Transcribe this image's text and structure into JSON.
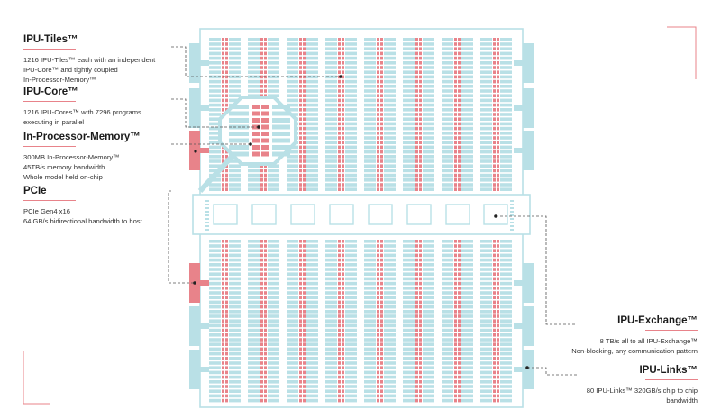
{
  "left_labels": [
    {
      "title": "IPU-Tiles™",
      "lines": [
        "1216 IPU-Tiles™ each with an independent",
        "IPU-Core™ and tightly coupled",
        "In-Processor-Memory™"
      ]
    },
    {
      "title": "IPU-Core™",
      "lines": [
        "1216 IPU-Cores™ with 7296 programs",
        "executing in parallel"
      ]
    },
    {
      "title": "In-Processor-Memory™",
      "lines": [
        "300MB In-Processor-Memory™",
        "45TB/s memory bandwidth",
        "Whole model held on-chip"
      ]
    },
    {
      "title": "PCIe",
      "lines": [
        "PCIe Gen4 x16",
        "64 GB/s bidirectional bandwidth to host"
      ]
    }
  ],
  "right_labels": [
    {
      "title": "IPU-Exchange™",
      "lines": [
        "8 TB/s all to all IPU-Exchange™",
        "Non-blocking, any communication pattern"
      ]
    },
    {
      "title": "IPU-Links™",
      "lines": [
        "80 IPU-Links™ 320GB/s chip to chip",
        "bandwidth"
      ]
    }
  ],
  "colors": {
    "tile": "#b9e0e6",
    "memory": "#e8838a",
    "outline": "#b9e0e6",
    "leader": "#555555",
    "accent": "#e8838a"
  }
}
